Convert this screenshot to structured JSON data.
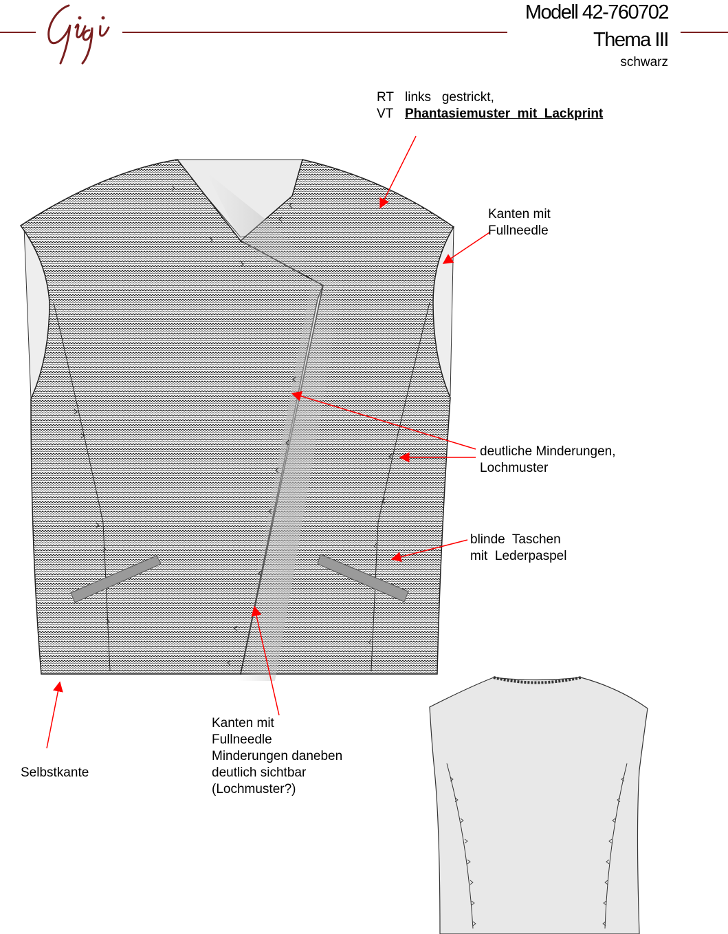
{
  "brand": {
    "logo_text": "Gigi",
    "color": "#7a1f1f"
  },
  "header": {
    "model": "Modell 42-760702",
    "theme": "Thema III",
    "color_name": "schwarz"
  },
  "annotations": {
    "rt_label": "RT",
    "rt_text": "links   gestrickt,",
    "vt_label": "VT",
    "vt_text": "Phantasiemuster  mit  Lackprint",
    "kanten_top_line1": "Kanten mit",
    "kanten_top_line2": "Fullneedle",
    "minderungen_line1": "deutliche Minderungen,",
    "minderungen_line2": "Lochmuster",
    "taschen_line1": "blinde  Taschen",
    "taschen_line2": "mit  Lederpaspel",
    "selbstkante": "Selbstkante",
    "kanten_bottom_line1": "Kanten mit",
    "kanten_bottom_line2": "Fullneedle",
    "kanten_bottom_line3": "Minderungen daneben",
    "kanten_bottom_line4": "deutlich sichtbar",
    "kanten_bottom_line5": "(Lochmuster?)"
  },
  "colors": {
    "arrow": "#ff0000",
    "rule": "#7a1f1f",
    "pocket": "#9a9a9a",
    "garment_back": "#e8e8e8"
  }
}
